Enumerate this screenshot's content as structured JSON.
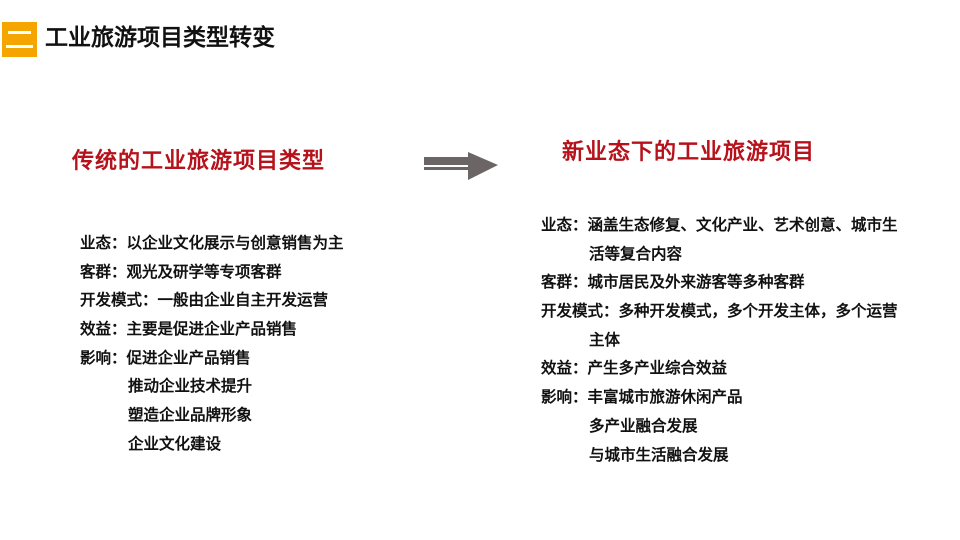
{
  "header": {
    "badge": "二",
    "title": "工业旅游项目类型转变",
    "accent_color": "#f5a500"
  },
  "left": {
    "heading": "传统的工业旅游项目类型",
    "lines": [
      "业态：以企业文化展示与创意销售为主",
      "客群：观光及研学等专项客群",
      "开发模式：一般由企业自主开发运营",
      "效益：主要是促进企业产品销售",
      "影响：促进企业产品销售",
      "推动企业技术提升",
      "塑造企业品牌形象",
      "企业文化建设"
    ]
  },
  "arrow": {
    "icon": "right-arrow-icon",
    "color": "#6b6566"
  },
  "right": {
    "heading": "新业态下的工业旅游项目",
    "lines": [
      "业态：涵盖生态修复、文化产业、艺术创意、城市生",
      "活等复合内容",
      "客群：城市居民及外来游客等多种客群",
      "开发模式：多种开发模式，多个开发主体，多个运营",
      "主体",
      "效益：产生多产业综合效益",
      "影响：丰富城市旅游休闲产品",
      "多产业融合发展",
      "与城市生活融合发展"
    ]
  },
  "heading_color": "#b5121b"
}
